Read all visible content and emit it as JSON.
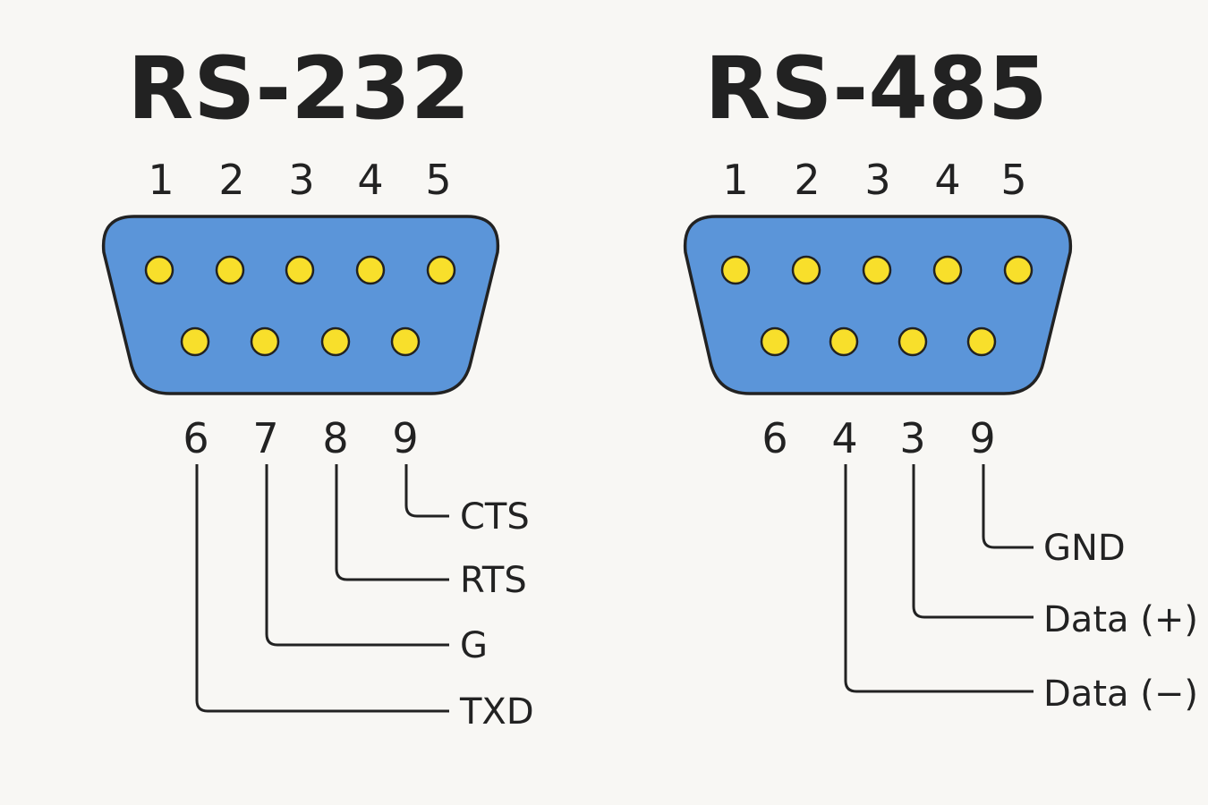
{
  "connectors": [
    {
      "title": "RS-232",
      "top_pins": [
        "1",
        "2",
        "3",
        "4",
        "5"
      ],
      "bottom_pins": [
        "6",
        "7",
        "8",
        "9"
      ],
      "signals": [
        "TXD",
        "G",
        "RTS",
        "CTS"
      ],
      "colors": {
        "shell": "#5b95d9",
        "pin": "#f8df2b",
        "outline": "#222222"
      }
    },
    {
      "title": "RS-485",
      "top_pins": [
        "1",
        "2",
        "3",
        "4",
        "5"
      ],
      "bottom_pins": [
        "6",
        "4",
        "3",
        "9"
      ],
      "signals": [
        "Data (−)",
        "Data (+)",
        "GND"
      ],
      "colors": {
        "shell": "#5b95d9",
        "pin": "#f8df2b",
        "outline": "#222222"
      }
    }
  ]
}
